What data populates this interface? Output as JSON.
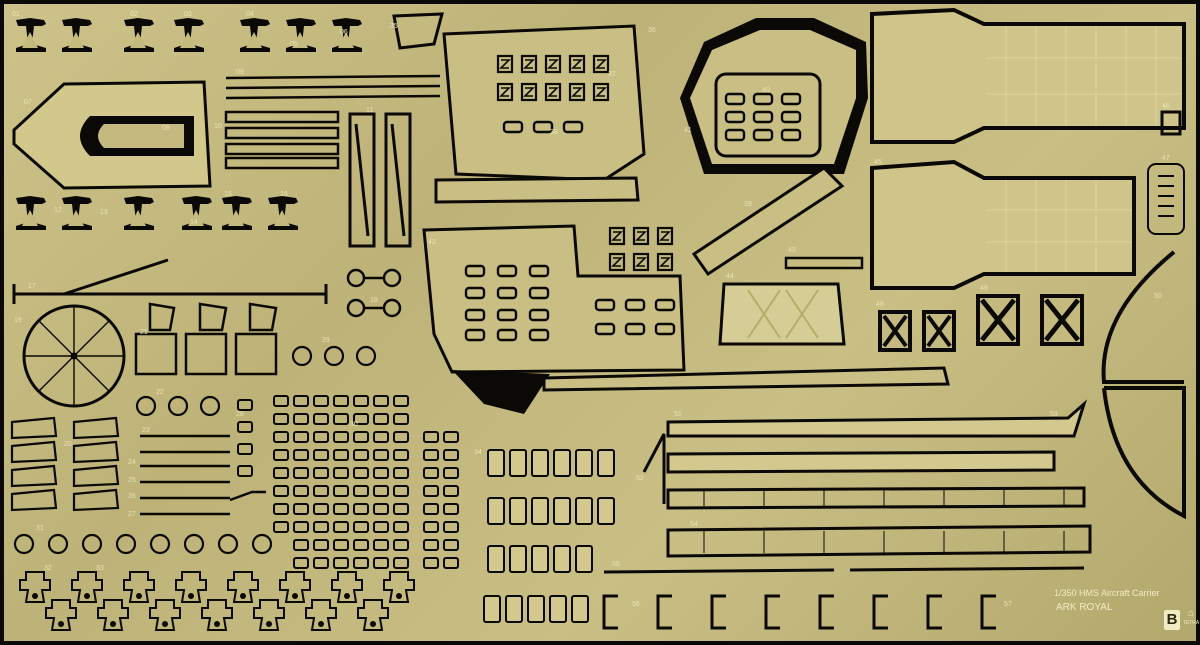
{
  "product": {
    "scale_title": "1/350 HMS Aircraft Carrier",
    "ship_name": "ARK ROYAL",
    "brand_letter": "B",
    "brand_logo_text": "TETRA"
  },
  "colors": {
    "fret_brass": "#c4b97e",
    "cut_dark": "#0b0905",
    "etched_line": "#e9dfa6"
  },
  "part_numbers": [
    "01",
    "02",
    "03",
    "04",
    "05",
    "06",
    "07",
    "08",
    "09",
    "10",
    "11",
    "12",
    "13",
    "14",
    "15",
    "16",
    "17",
    "18",
    "19",
    "20",
    "21",
    "22",
    "23",
    "24",
    "25",
    "26",
    "27",
    "28",
    "29",
    "30",
    "31",
    "32",
    "33",
    "34",
    "35",
    "36",
    "37",
    "38",
    "39",
    "40",
    "41",
    "42",
    "43",
    "44",
    "45",
    "46",
    "47",
    "48",
    "49",
    "50",
    "51",
    "52",
    "53",
    "54",
    "55",
    "56",
    "57"
  ]
}
